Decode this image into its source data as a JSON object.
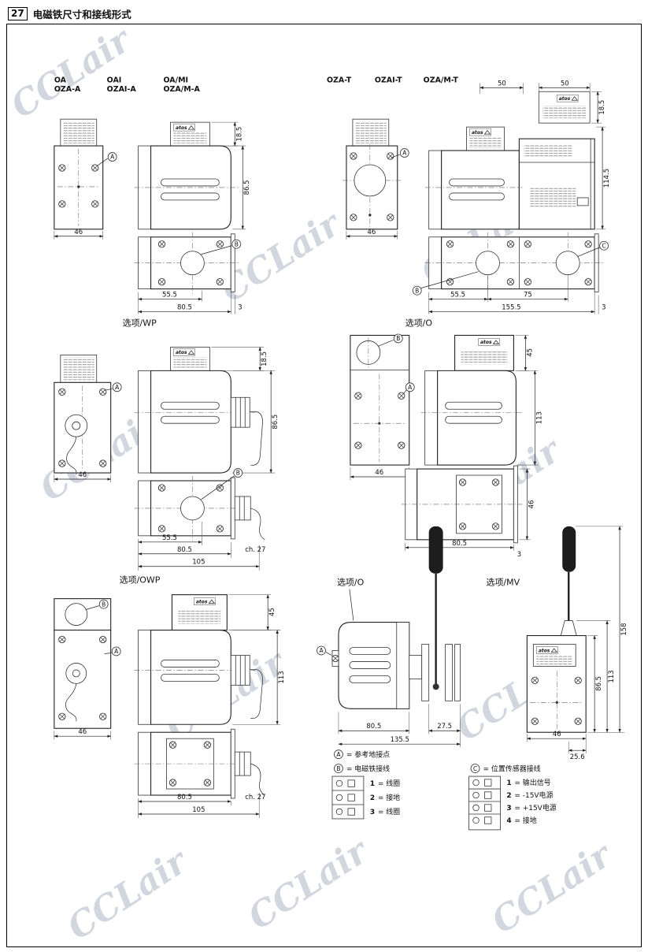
{
  "page": {
    "number": "27",
    "title": "电磁铁尺寸和接线形式"
  },
  "watermark": {
    "text": "CCLair"
  },
  "brand": "atos",
  "callouts": {
    "A": "A",
    "B": "B",
    "C": "C"
  },
  "groups": {
    "oa": {
      "models": [
        [
          "OA",
          "OZA-A"
        ],
        [
          "OAI",
          "OZAI-A"
        ],
        [
          "OA/MI",
          "OZA/M-A"
        ]
      ],
      "dims": {
        "w46": "46",
        "t185": "18.5",
        "h865": "86.5",
        "d555": "55.5",
        "d805": "80.5",
        "d3": "3"
      }
    },
    "ozat": {
      "models": [
        "OZA-T",
        "OZAI-T",
        "OZA/M-T"
      ],
      "dims": {
        "d50a": "50",
        "d50b": "50",
        "t185": "18.5",
        "h1145": "114.5",
        "w46": "46",
        "d555": "55.5",
        "d75": "75",
        "d1555": "155.5",
        "d3": "3"
      }
    },
    "wp": {
      "title": "选项/WP",
      "dims": {
        "w46": "46",
        "t185": "18.5",
        "h865": "86.5",
        "d555": "55.5",
        "d805": "80.5",
        "d105": "105",
        "ch27": "ch. 27"
      }
    },
    "o1": {
      "title": "选项/O",
      "dims": {
        "w46": "46",
        "d45": "45",
        "d113": "113",
        "d805": "80.5",
        "d3": "3",
        "h46": "46"
      }
    },
    "owp": {
      "title": "选项/OWP",
      "dims": {
        "w46": "46",
        "d45": "45",
        "d113": "113",
        "d805": "80.5",
        "d105": "105",
        "ch27": "ch. 27"
      }
    },
    "o2": {
      "title": "选项/O",
      "dims": {
        "d805": "80.5",
        "d275": "27.5",
        "d1355": "135.5"
      }
    },
    "mv": {
      "title": "选项/MV",
      "dims": {
        "d158": "158",
        "d113": "113",
        "d865": "86.5",
        "w46": "46",
        "d256": "25.6"
      }
    }
  },
  "legend": {
    "a": {
      "label": "A",
      "text": "= 参考地接点"
    },
    "b": {
      "label": "B",
      "text": "= 电磁铁接线",
      "pins": [
        {
          "n": "1",
          "t": "= 线圈"
        },
        {
          "n": "2",
          "t": "= 接地"
        },
        {
          "n": "3",
          "t": "= 线圈"
        }
      ]
    },
    "c": {
      "label": "C",
      "text": "= 位置传感器接线",
      "pins": [
        {
          "n": "1",
          "t": "= 输出信号"
        },
        {
          "n": "2",
          "t": "= -15V电源"
        },
        {
          "n": "3",
          "t": "= +15V电源"
        },
        {
          "n": "4",
          "t": "= 接地"
        }
      ]
    }
  }
}
